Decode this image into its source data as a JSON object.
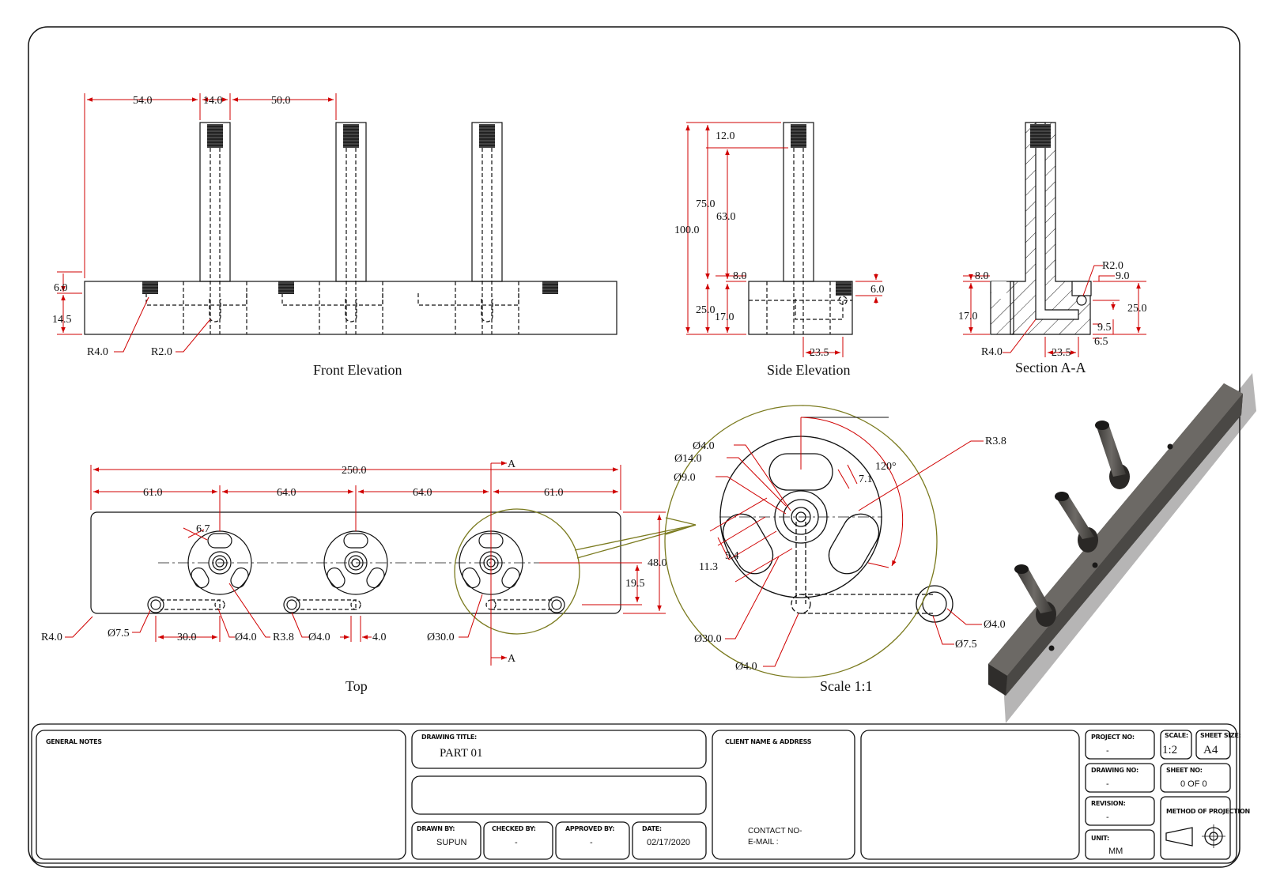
{
  "colors": {
    "dimension": "#d00000",
    "outline": "#111111",
    "detail_circle": "#7a7a1e",
    "model_body": "#4a4845"
  },
  "views": {
    "front": "Front Elevation",
    "side": "Side Elevation",
    "section": "Section A-A",
    "top": "Top",
    "detail": "Scale  1:1"
  },
  "dims": {
    "front": [
      "54.0",
      "14.0",
      "50.0",
      "6.0",
      "14.5",
      "R4.0",
      "R2.0"
    ],
    "side": [
      "12.0",
      "75.0",
      "63.0",
      "100.0",
      "8.0",
      "6.0",
      "25.0",
      "17.0",
      "23.5"
    ],
    "section": [
      "R2.0",
      "8.0",
      "9.0",
      "25.0",
      "17.0",
      "9.5",
      "6.5",
      "R4.0",
      "23.5"
    ],
    "top": [
      "250.0",
      "61.0",
      "64.0",
      "64.0",
      "61.0",
      "6.7",
      "48.0",
      "19.5",
      "R4.0",
      "Ø7.5",
      "30.0",
      "Ø4.0",
      "R3.8",
      "Ø4.0",
      "4.0",
      "Ø30.0",
      "A",
      "A"
    ],
    "detail": [
      "Ø4.0",
      "Ø14.0",
      "Ø9.0",
      "R3.8",
      "120°",
      "7.1",
      "5.4",
      "11.3",
      "Ø30.0",
      "Ø4.0",
      "Ø4.0",
      "Ø7.5"
    ]
  },
  "title_block": {
    "general_notes_label": "GENERAL NOTES",
    "drawing_title_label": "DRAWING TITLE:",
    "drawing_title": "PART 01",
    "drawn_by_label": "DRAWN BY:",
    "drawn_by": "SUPUN",
    "checked_by_label": "CHECKED BY:",
    "checked_by": "-",
    "approved_by_label": "APPROVED BY:",
    "approved_by": "-",
    "date_label": "DATE:",
    "date": "02/17/2020",
    "client_label": "CLIENT NAME & ADDRESS",
    "contact_no": "CONTACT NO-",
    "email": "E-MAIL :",
    "project_no_label": "PROJECT NO:",
    "project_no": "-",
    "scale_label": "SCALE:",
    "scale": "1:2",
    "sheet_size_label": "SHEET SIZE:",
    "sheet_size": "A4",
    "drawing_no_label": "DRAWING NO:",
    "drawing_no": "-",
    "sheet_no_label": "SHEET NO:",
    "sheet_no": "0 OF 0",
    "revision_label": "REVISION:",
    "revision": "-",
    "projection_label": "METHOD OF PROJECTION",
    "unit_label": "UNIT:",
    "unit": "MM"
  }
}
